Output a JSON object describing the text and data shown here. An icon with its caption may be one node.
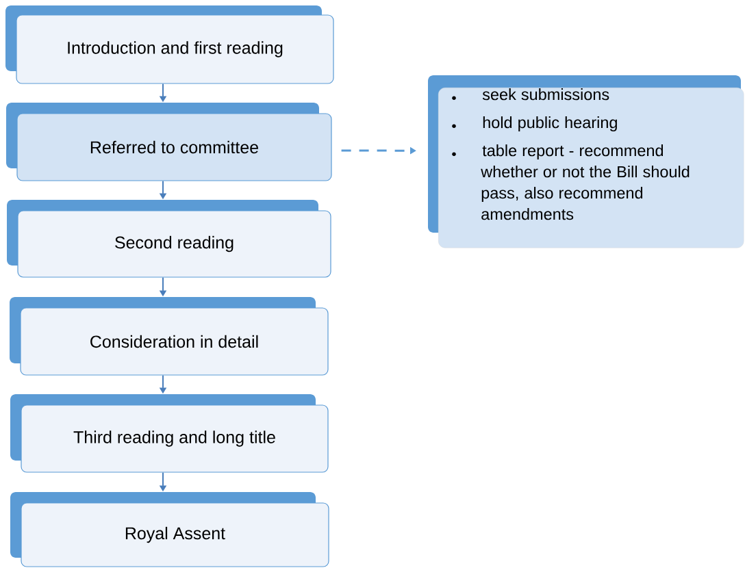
{
  "diagram": {
    "nodes": [
      {
        "text": [
          "Introduction and first reading"
        ]
      },
      {
        "text": [
          "Referred to committee"
        ]
      },
      {
        "text": [
          "Second reading"
        ]
      },
      {
        "text": [
          "Consideration in detail"
        ]
      },
      {
        "text": [
          "Third reading and long title"
        ]
      },
      {
        "text": [
          "Royal Assent"
        ]
      },
      {
        "text": [
          "seek submissions",
          "hold public hearing",
          "table report - recommend whether or not the Bill should pass, also recommend amendments"
        ]
      }
    ],
    "edges": [
      {
        "from": 0,
        "to": 1,
        "arrow": "to"
      },
      {
        "from": 1,
        "to": 2,
        "arrow": "to"
      },
      {
        "from": 2,
        "to": 3,
        "arrow": "to"
      },
      {
        "from": 3,
        "to": 4,
        "arrow": "to"
      },
      {
        "from": 4,
        "to": 5,
        "arrow": "to"
      },
      {
        "from": 1,
        "to": 6,
        "arrow": "to",
        "style": "dashed"
      }
    ]
  }
}
